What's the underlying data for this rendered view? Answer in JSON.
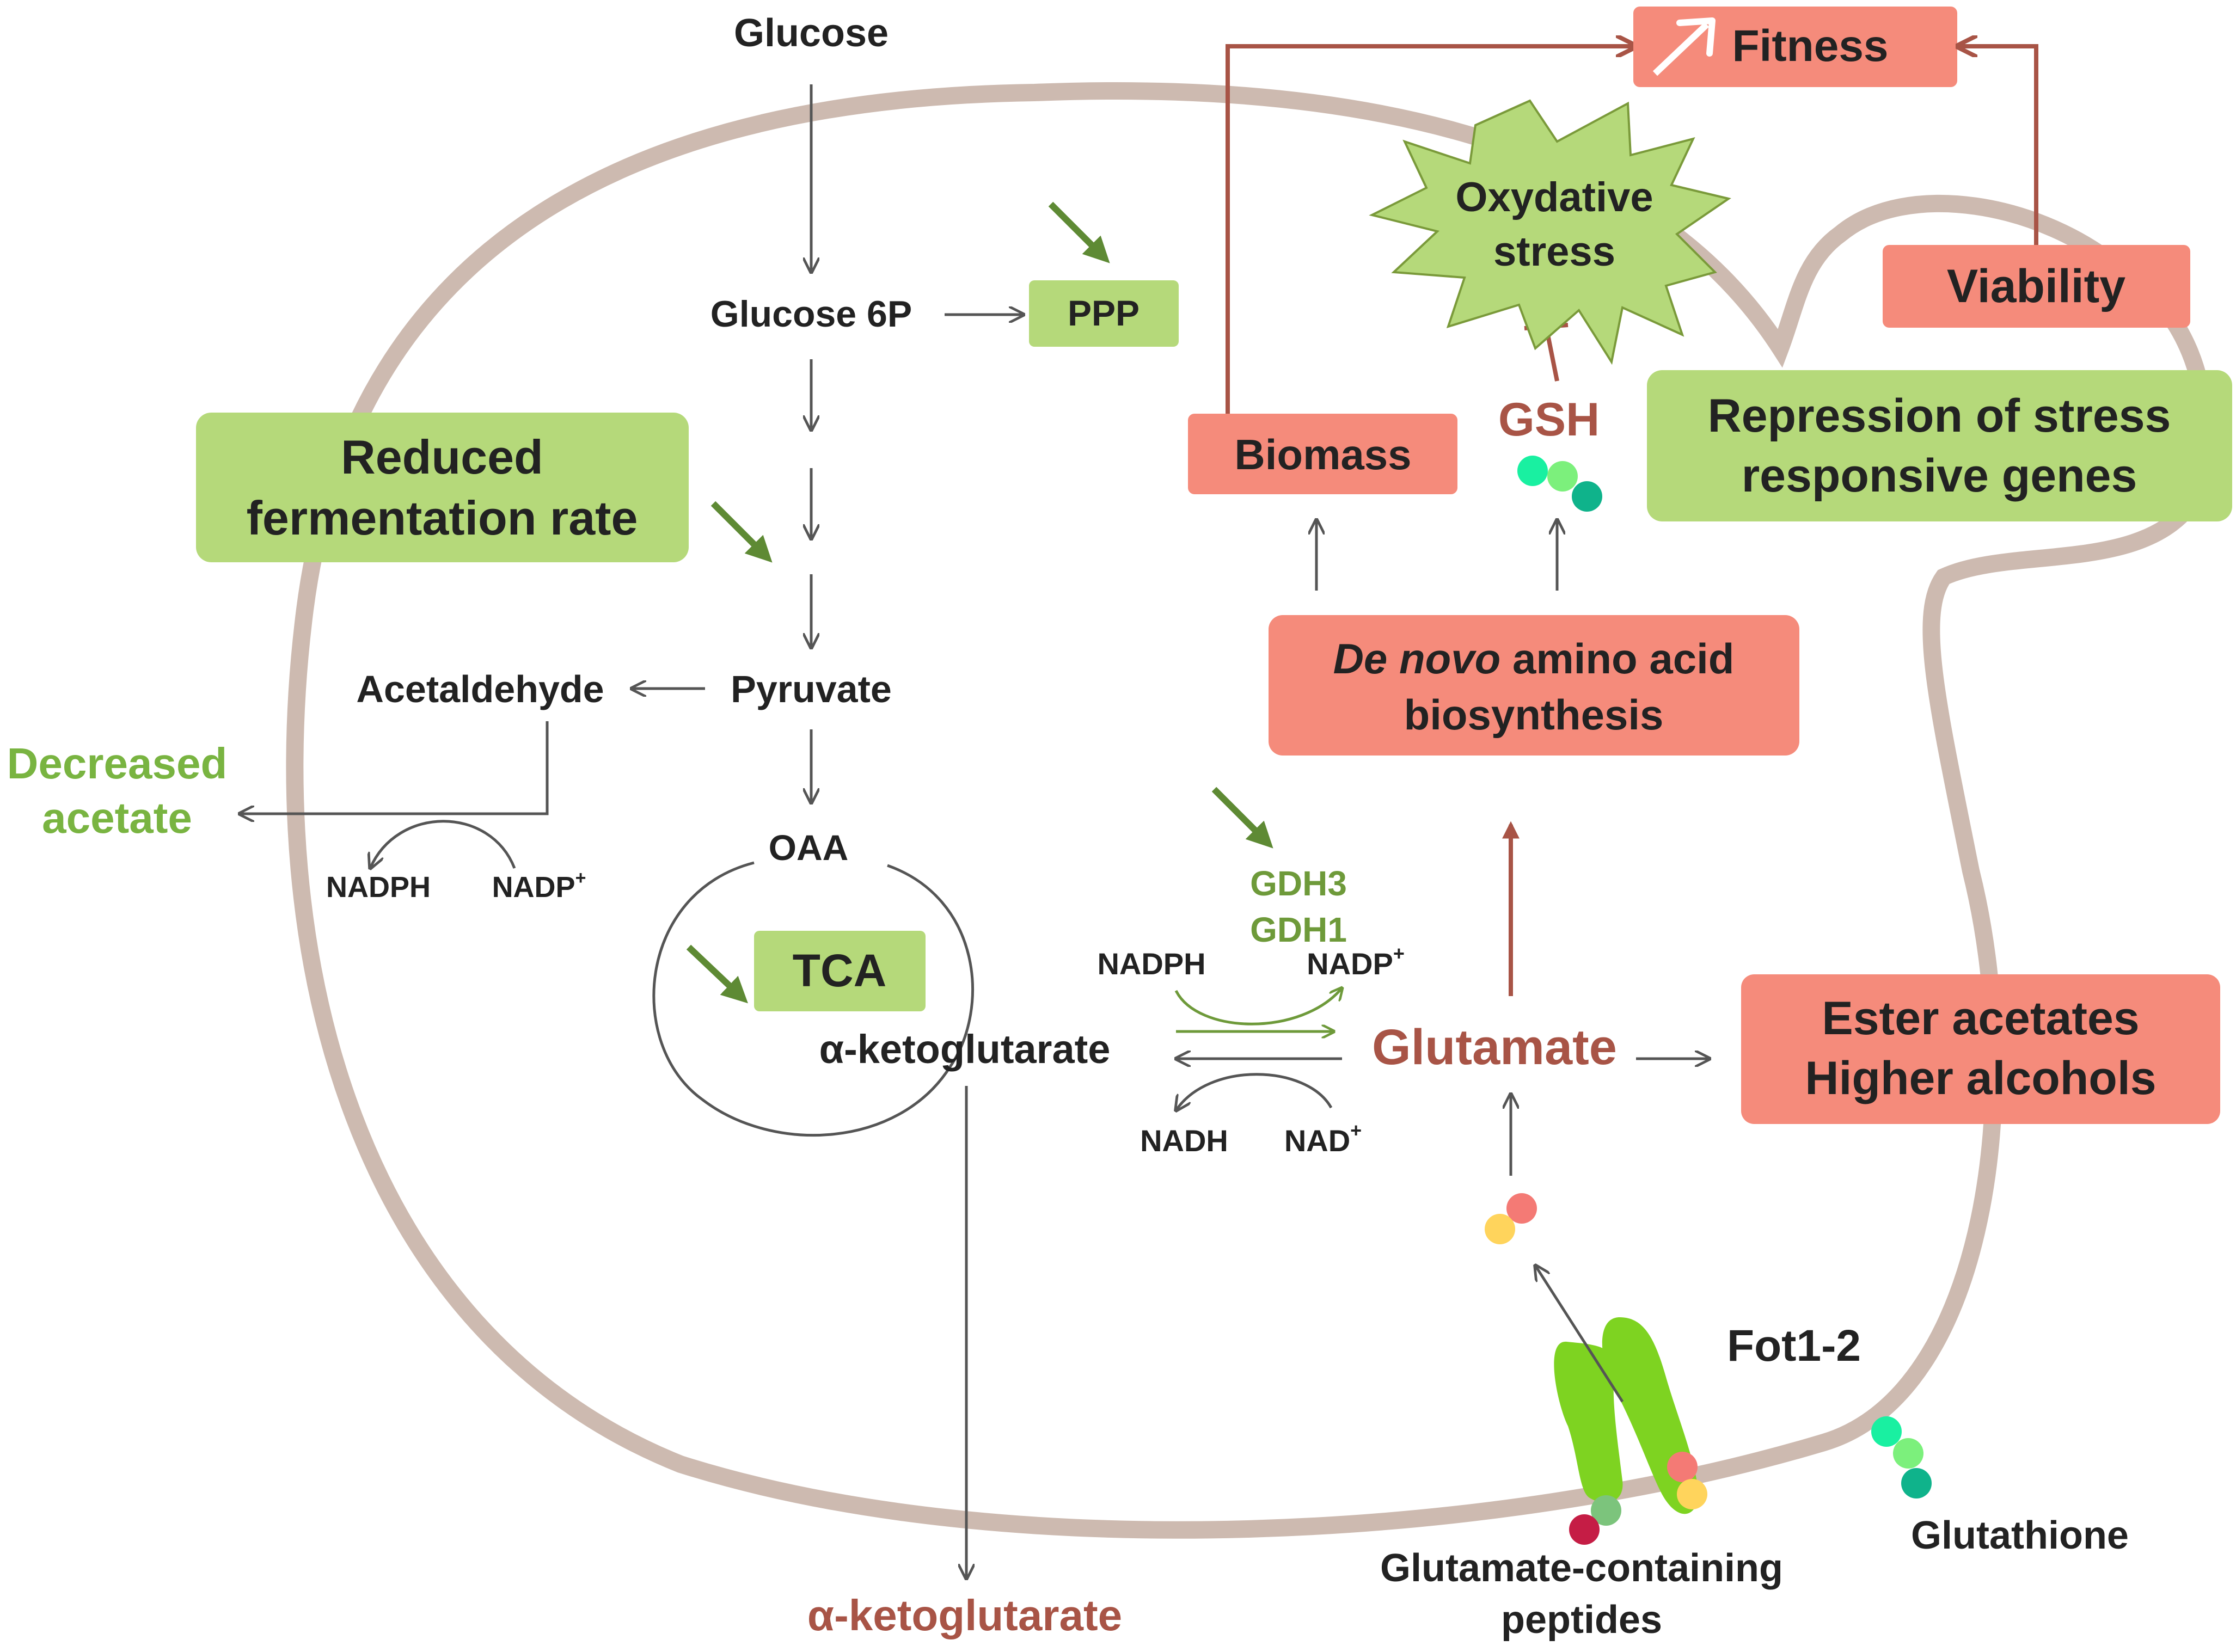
{
  "metabolites": {
    "glucose": "Glucose",
    "glucose6p": "Glucose 6P",
    "ppp": "PPP",
    "pyruvate": "Pyruvate",
    "acetaldehyde": "Acetaldehyde",
    "oaa": "OAA",
    "tca": "TCA",
    "akg_inside": "α-ketoglutarate",
    "akg_outside": "α-ketoglutarate",
    "glutamate": "Glutamate",
    "gsh": "GSH",
    "glutathione": "Glutathione",
    "glu_peptides_line1": "Glutamate-containing",
    "glu_peptides_line2": "peptides"
  },
  "cofactors": {
    "nadph_acet": "NADPH",
    "nadp_acet": "NADP",
    "nadph_gdh": "NADPH",
    "nadp_gdh": "NADP",
    "nadh": "NADH",
    "nad": "NAD",
    "plus": "+"
  },
  "enzymes": {
    "gdh3": "GDH3",
    "gdh1": "GDH1",
    "transporter": "Fot1-2"
  },
  "effects": {
    "reduced_fermentation_line1": "Reduced",
    "reduced_fermentation_line2": "fermentation rate",
    "decreased_acetate_line1": "Decreased",
    "decreased_acetate_line2": "acetate",
    "repression_line1": "Repression of stress",
    "repression_line2": "responsive genes",
    "oxidative_stress_line1": "Oxydative",
    "oxidative_stress_line2": "stress"
  },
  "outcomes": {
    "fitness": "Fitness",
    "viability": "Viability",
    "biomass": "Biomass",
    "denovo_italic": "De novo",
    "denovo_rest": " amino acid",
    "denovo_line2": "biosynthesis",
    "ester_line1": "Ester acetates",
    "ester_line2": "Higher alcohols"
  },
  "colors": {
    "cell_outline": "#cdbab0",
    "green_box": "#b5d97a",
    "salmon_box": "#f58b7b",
    "green_arrow": "#5e8a34",
    "red_arrow": "#a85446",
    "transporter": "#7ed321",
    "star": "#b5d97a"
  }
}
